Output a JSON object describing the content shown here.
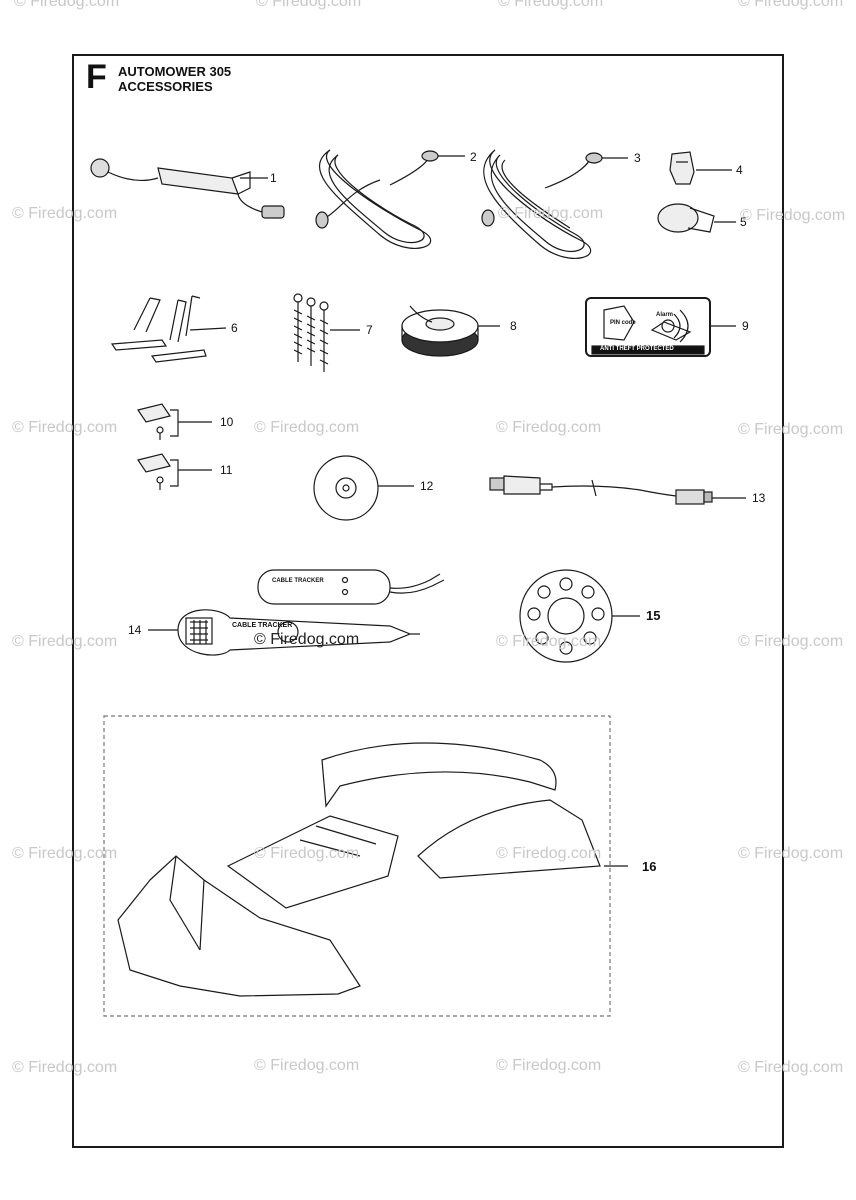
{
  "section": {
    "letter": "F",
    "model": "AUTOMOWER 305",
    "subtitle": "ACCESSORIES"
  },
  "callouts": [
    "1",
    "2",
    "3",
    "4",
    "5",
    "6",
    "7",
    "8",
    "9",
    "10",
    "11",
    "12",
    "13",
    "14",
    "15",
    "16"
  ],
  "labels": {
    "pin_code": "PIN code",
    "alarm": "Alarm",
    "anti_theft": "ANTI THEFT PROTECTED",
    "cable_tracker": "CABLE TRACKER",
    "cable_tracker_small": "CABLE TRACKER"
  },
  "watermark": "© Firedog.com",
  "colors": {
    "ink": "#1a1a1a",
    "watermark": "#c8c8c8"
  }
}
